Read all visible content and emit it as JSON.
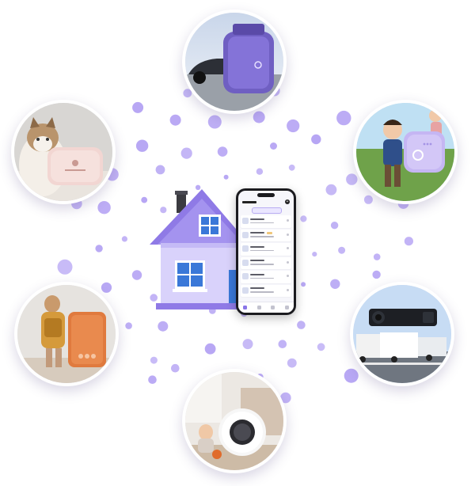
{
  "colors": {
    "accent": "#9b87f0",
    "dot": "#b7a6f4",
    "house_roof": "#8f7ae6",
    "house_wall": "#d9d2fb",
    "window": "#3a78d8"
  },
  "phone_screen": {
    "rows": 6,
    "active_tab": 0
  },
  "devices": [
    {
      "name": "obd-car-tracker",
      "icon": "obd-tracker-icon"
    },
    {
      "name": "pet-tracker",
      "icon": "pet-tracker-icon"
    },
    {
      "name": "kid-tag-tracker",
      "icon": "kid-tag-icon"
    },
    {
      "name": "backpack-card-tracker",
      "icon": "card-tracker-icon"
    },
    {
      "name": "dashcam-tracker",
      "icon": "dashcam-icon"
    },
    {
      "name": "airtag-tracker",
      "icon": "airtag-icon"
    }
  ]
}
